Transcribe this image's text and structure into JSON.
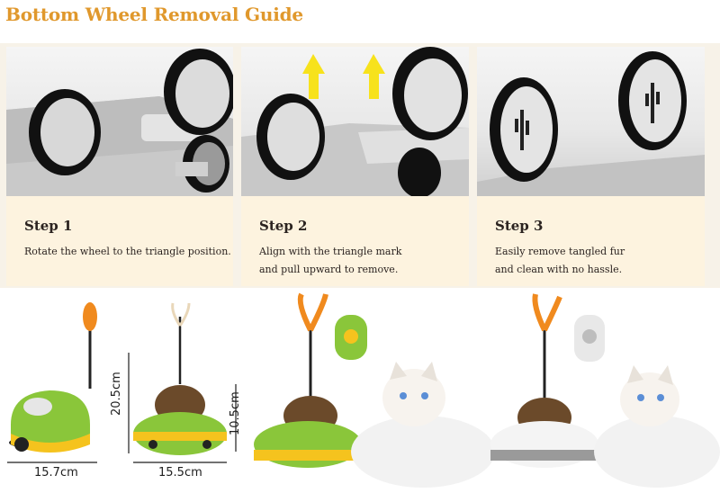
{
  "header": {
    "title": "Bottom Wheel Removal Guide"
  },
  "steps": [
    {
      "title": "Step 1",
      "lines": [
        "Rotate the wheel to the triangle position."
      ]
    },
    {
      "title": "Step 2",
      "lines": [
        "Align with the triangle mark",
        "and pull upward to remove."
      ]
    },
    {
      "title": "Step 3",
      "lines": [
        "Easily remove tangled fur",
        "and clean with no hassle."
      ]
    }
  ],
  "dimensions": {
    "green_side_width": "15.7cm",
    "total_height": "20.5cm",
    "green_front_width": "15.5cm",
    "body_height": "10.5cm"
  },
  "colors": {
    "title": "#e0982c",
    "card_bg": "#fdf3df",
    "toy_green": "#8ac63a",
    "toy_yellow": "#f5c31e",
    "feather_orange": "#f08a1e",
    "arrow_yellow": "#f7e21c"
  },
  "icons": [
    "wheel-icon",
    "arrow-up-icon",
    "feather-icon",
    "remote-icon",
    "cat-icon"
  ]
}
